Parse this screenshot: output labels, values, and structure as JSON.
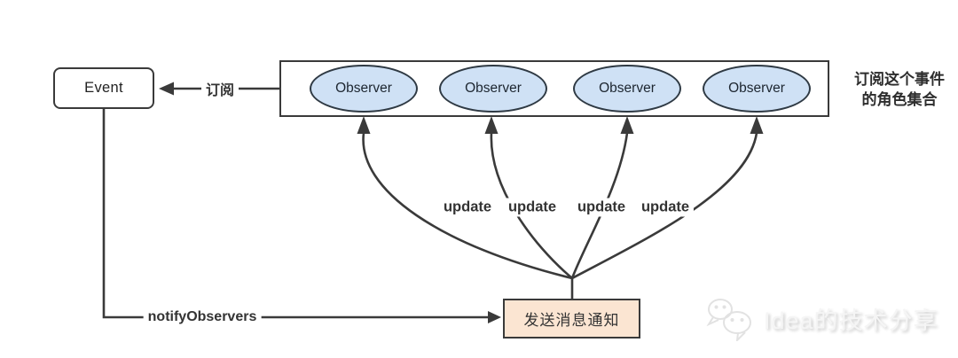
{
  "diagram": {
    "event_box": {
      "label": "Event"
    },
    "subscribe_arrow": {
      "label": "订阅"
    },
    "observer_container": {
      "observers": [
        {
          "label": "Observer"
        },
        {
          "label": "Observer"
        },
        {
          "label": "Observer"
        },
        {
          "label": "Observer"
        }
      ],
      "caption": {
        "line1": "订阅这个事件",
        "line2": "的角色集合"
      }
    },
    "update_arrows": {
      "labels": [
        "update",
        "update",
        "update",
        "update"
      ]
    },
    "notify_arrow": {
      "label": "notifyObservers"
    },
    "notify_box": {
      "label": "发送消息通知"
    },
    "watermark": {
      "icon": "wechat-icon",
      "text": "Idea的技术分享"
    }
  },
  "colors": {
    "background": "#ffffff",
    "line": "#3a3a3a",
    "observer_fill": "#cfe1f5",
    "observer_stroke": "#2f3a44",
    "notify_box_fill": "#fbe5d2",
    "text": "#333333",
    "watermark": "#f5f5f5"
  }
}
